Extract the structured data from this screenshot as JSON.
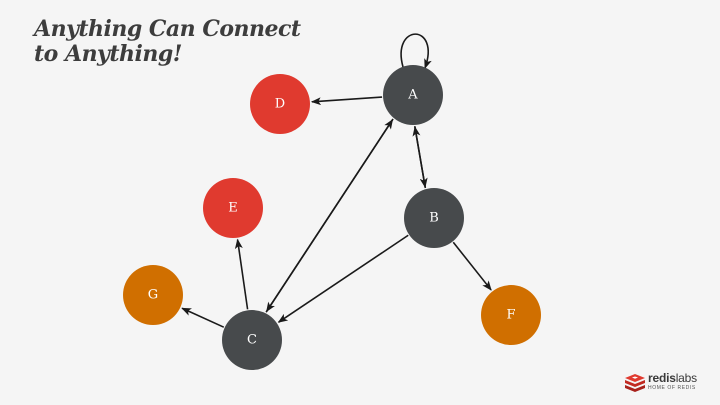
{
  "title": {
    "line1": "Anything Can Connect",
    "line2": "to Anything!"
  },
  "colors": {
    "background": "#f5f5f5",
    "dark_node": "#474a4c",
    "red_node": "#e03a2f",
    "orange_node": "#d06f00",
    "edge": "#1a1a1a"
  },
  "nodes": [
    {
      "id": "A",
      "label": "A",
      "color": "dark_node"
    },
    {
      "id": "B",
      "label": "B",
      "color": "dark_node"
    },
    {
      "id": "C",
      "label": "C",
      "color": "dark_node"
    },
    {
      "id": "D",
      "label": "D",
      "color": "red_node"
    },
    {
      "id": "E",
      "label": "E",
      "color": "red_node"
    },
    {
      "id": "F",
      "label": "F",
      "color": "orange_node"
    },
    {
      "id": "G",
      "label": "G",
      "color": "orange_node"
    }
  ],
  "edges": [
    {
      "from": "A",
      "to": "A"
    },
    {
      "from": "A",
      "to": "D"
    },
    {
      "from": "A",
      "to": "B"
    },
    {
      "from": "B",
      "to": "A"
    },
    {
      "from": "A",
      "to": "C"
    },
    {
      "from": "C",
      "to": "A"
    },
    {
      "from": "B",
      "to": "C"
    },
    {
      "from": "B",
      "to": "F"
    },
    {
      "from": "C",
      "to": "E"
    },
    {
      "from": "C",
      "to": "G"
    }
  ],
  "logo": {
    "name_bold": "redis",
    "name_light": "labs",
    "tagline": "HOME OF REDIS",
    "icon": "redis-cube-icon"
  }
}
